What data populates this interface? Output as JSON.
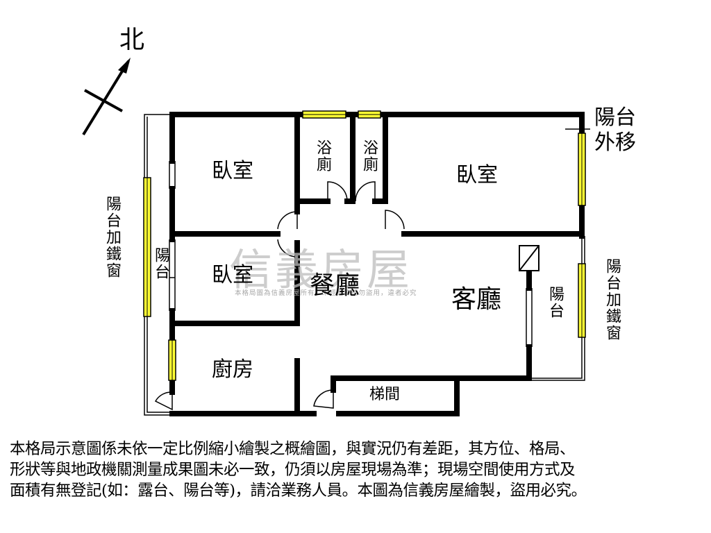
{
  "compass": {
    "north": "北"
  },
  "rooms": {
    "bedroom_top_left": "臥室",
    "bath_left": "浴廁",
    "bath_right": "浴廁",
    "bedroom_top_right": "臥室",
    "bedroom_mid_left": "臥室",
    "dining": "餐廳",
    "living": "客廳",
    "kitchen": "廚房",
    "stairwell": "梯間"
  },
  "annotations": {
    "balcony_moved_out": "陽台外移",
    "left_window_note": "陽台加鐵窗",
    "left_balcony": "陽台",
    "right_window_note": "陽台加鐵窗",
    "right_balcony": "陽台"
  },
  "watermark": {
    "brand": "信義房屋",
    "notice": "本格局圖為信義房屋所有，未經允許請勿盜用，違者必究"
  },
  "disclaimer": {
    "line1": "本格局示意圖係未依一定比例縮小繪製之概繪圖，與實況仍有差距，其方位、格局、",
    "line2": "形狀等與地政機關測量成果圖未必一致，仍須以房屋現場為準；現場空間使用方式及",
    "line3": "面積有無登記(如：露台、陽台等)，請洽業務人員。本圖為信義房屋繪製，盜用必究。"
  }
}
